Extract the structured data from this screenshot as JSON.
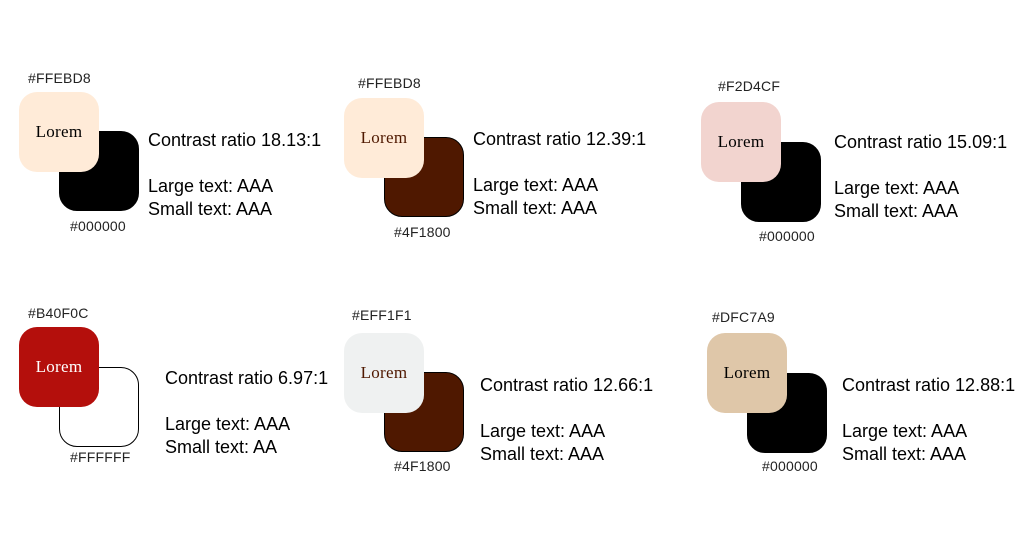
{
  "cards": [
    {
      "foreground": "#FFEBD8",
      "background": "#000000",
      "foreground_label": "#FFEBD8",
      "background_label": "#000000",
      "sample_text": "Lorem",
      "contrast": "Contrast ratio 18.13:1",
      "large_text": "Large text: AAA",
      "small_text": "Small text: AAA"
    },
    {
      "foreground": "#FFEBD8",
      "background": "#4F1800",
      "foreground_label": "#FFEBD8",
      "background_label": "#4F1800",
      "sample_text": "Lorem",
      "contrast": "Contrast ratio 12.39:1",
      "large_text": "Large text: AAA",
      "small_text": "Small text: AAA"
    },
    {
      "foreground": "#F2D4CF",
      "background": "#000000",
      "foreground_label": "#F2D4CF",
      "background_label": "#000000",
      "sample_text": "Lorem",
      "contrast": "Contrast ratio 15.09:1",
      "large_text": "Large text: AAA",
      "small_text": "Small text: AAA"
    },
    {
      "foreground": "#B40F0C",
      "background": "#FFFFFF",
      "foreground_label": "#B40F0C",
      "background_label": "#FFFFFF",
      "sample_text": "Lorem",
      "contrast": "Contrast ratio 6.97:1",
      "large_text": "Large text: AAA",
      "small_text": "Small text: AA"
    },
    {
      "foreground": "#EFF1F1",
      "background": "#4F1800",
      "foreground_label": "#EFF1F1",
      "background_label": "#4F1800",
      "sample_text": "Lorem",
      "contrast": "Contrast ratio 12.66:1",
      "large_text": "Large text: AAA",
      "small_text": "Small text: AAA"
    },
    {
      "foreground": "#DFC7A9",
      "background": "#000000",
      "foreground_label": "#DFC7A9",
      "background_label": "#000000",
      "sample_text": "Lorem",
      "contrast": "Contrast ratio 12.88:1",
      "large_text": "Large text: AAA",
      "small_text": "Small text: AAA"
    }
  ]
}
